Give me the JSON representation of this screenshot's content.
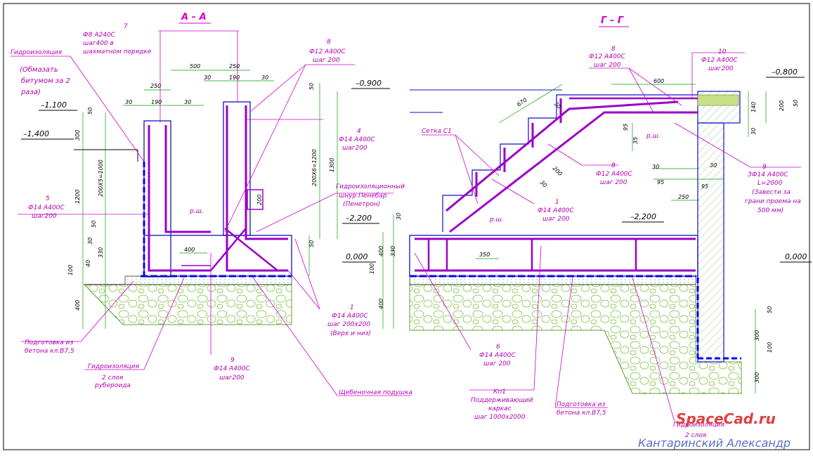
{
  "sections": {
    "left_title": "А – А",
    "right_title": "Г – Г"
  },
  "levels": {
    "m1100": "–1,100",
    "m1400": "–1,400",
    "m0900": "–0,900",
    "m2200_left": "–2,200",
    "zero_left": "0,000",
    "m0800": "–0,800",
    "m2200_right": "–2,200",
    "zero_right": "0,000"
  },
  "left_labels": {
    "waterproof_top": "Гидроизоляция",
    "coat_1": "(Обмазать",
    "coat_2": "битумом за 2",
    "coat_3": "раза)",
    "item7_num": "7",
    "item7_1": "Ф8 А240С",
    "item7_2": "шаг400 в",
    "item7_3": "шахматном порядке",
    "item8_num": "8",
    "item8_1": "Ф12 А400С",
    "item8_2": "шаг 200",
    "item4_num": "4",
    "item4_1": "Ф14 А400С",
    "item4_2": "шаг200",
    "item5_num": "5",
    "item5_1": "Ф14 А400С",
    "item5_2": "шаг200",
    "cord_1": "Гидроизоляционный",
    "cord_2": "шнур Пенебар",
    "cord_3": "(Пенетрон)",
    "item1_num": "1",
    "item1_1": "Ф14 А400С",
    "item1_2": "шаг 200х200",
    "item1_3": "(Верх и низ)",
    "prep_1": "Подготовка из",
    "prep_2": "бетона кл.В7,5",
    "wp2_1": "Гидроизоляция",
    "wp2_2": "2 слоя",
    "wp2_3": "рубероида",
    "item9_num": "9",
    "item9_1": "Ф14 А400С",
    "item9_2": "шаг200",
    "gravel": "Щебеночная подушка",
    "rsh": "р.ш."
  },
  "right_labels": {
    "item8_num": "8",
    "item8_1": "Ф12 А400С",
    "item8_2": "шаг 200",
    "item10_num": "10",
    "item10_1": "Ф12 А400С",
    "item10_2": "шаг200",
    "mesh": "Сетка С1",
    "item8b_num": "8",
    "item8b_1": "Ф12 А400С",
    "item8b_2": "шаг 200",
    "item1_num": "1",
    "item1_1": "Ф14 А400С",
    "item1_2": "шаг 200",
    "item9_num": "9",
    "item9_1": "ЗФ14 А400С",
    "item9_2": "L=2000",
    "item9_3": "(Завести за",
    "item9_4": "грани проема на",
    "item9_5": "500 мм)",
    "item6_num": "6",
    "item6_1": "Ф14 А400С",
    "item6_2": "шаг 200",
    "kp_1": "Кп1",
    "kp_2": "Поддерживающий",
    "kp_3": "каркас",
    "kp_4": "шаг 1000х2000",
    "prep_1": "Подготовка из",
    "prep_2": "бетона кл.В7,5",
    "wp_1": "Гидроизоляция",
    "wp_2": "2 слоя",
    "rsh1": "р.ш.",
    "rsh2": "р.ш."
  },
  "dims": {
    "d250a": "250",
    "d500": "500",
    "d250b": "250",
    "d30a": "30",
    "d190a": "190",
    "d30b": "30",
    "d30c": "30",
    "d190b": "190",
    "d30d": "30",
    "d50a": "50",
    "d300a": "300",
    "d200x5": "200Х5=1000",
    "d1200": "1200",
    "d50b": "50",
    "d30e": "30",
    "d330": "330",
    "d40": "40",
    "d100a": "100",
    "d400a": "400",
    "d200x6": "200Х6=1200",
    "d1300": "1300",
    "d50c": "50",
    "d50d": "50",
    "d200a": "200",
    "d400b": "400",
    "r30": "30",
    "r400": "400",
    "r330": "330",
    "r100": "100",
    "r400b": "400",
    "r350": "350",
    "r670": "670",
    "r30b": "30",
    "r200": "200",
    "r30c": "30",
    "r600": "600",
    "r95a": "95",
    "r35": "35",
    "r30d": "30",
    "r30e": "30",
    "r95b": "95",
    "r95c": "95",
    "r250": "250",
    "r140": "140",
    "r200b": "200",
    "r50": "50",
    "r30f": "30",
    "r50b": "50",
    "r300": "300",
    "r100b": "100",
    "r300b": "300"
  },
  "credit": {
    "site": "SpaceCad.ru",
    "author": "Кантаринский Александр"
  },
  "colors": {
    "rebar": "#9a00c8",
    "leader": "#d000d0",
    "outline": "#1010c0",
    "dimension": "#00a000",
    "gravel": "#80c040",
    "waterproof": "#0000ff"
  }
}
